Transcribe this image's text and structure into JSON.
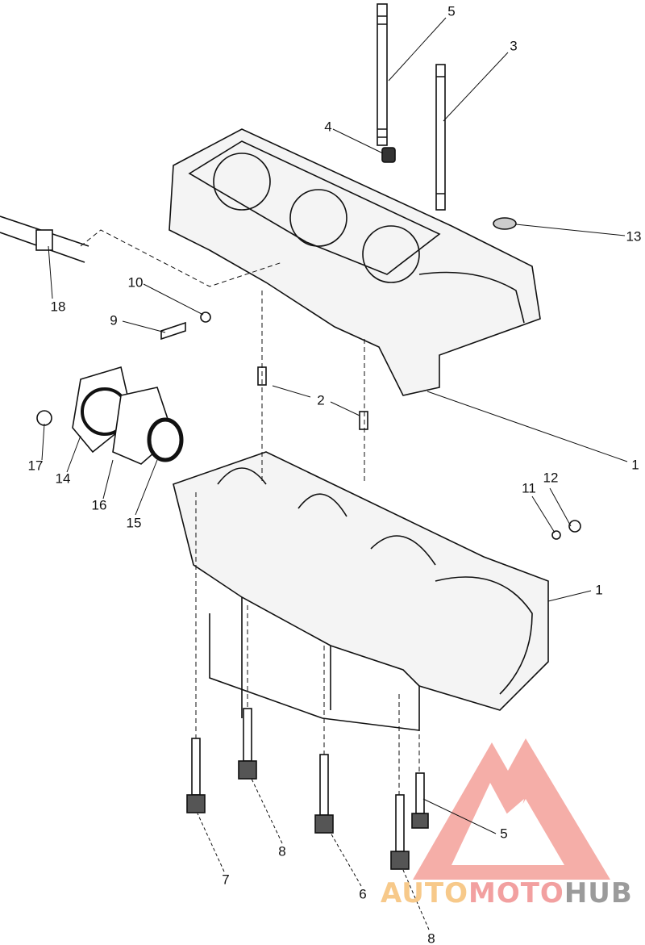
{
  "diagram": {
    "callouts": [
      {
        "label": "5"
      },
      {
        "label": "3"
      },
      {
        "label": "4"
      },
      {
        "label": "13"
      },
      {
        "label": "10"
      },
      {
        "label": "9"
      },
      {
        "label": "18"
      },
      {
        "label": "2"
      },
      {
        "label": "1"
      },
      {
        "label": "12"
      },
      {
        "label": "11"
      },
      {
        "label": "17"
      },
      {
        "label": "14"
      },
      {
        "label": "16"
      },
      {
        "label": "15"
      },
      {
        "label": "1"
      },
      {
        "label": "7"
      },
      {
        "label": "8"
      },
      {
        "label": "6"
      },
      {
        "label": "5"
      },
      {
        "label": "8"
      }
    ]
  },
  "watermark": {
    "part1": "AUTO",
    "part2": "MOTO",
    "part3": "HUB",
    "logo_color": "#f4a09a"
  }
}
